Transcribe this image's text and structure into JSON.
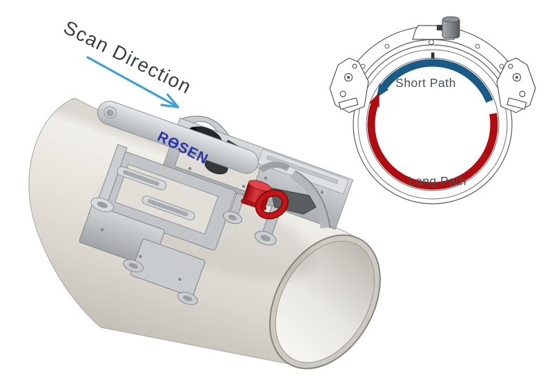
{
  "illustration": {
    "scan_direction_label": "Scan Direction",
    "brand_logo": "ROSEN"
  },
  "diagram": {
    "short_path_label": "Short Path",
    "long_path_label": "Long Path"
  },
  "colors": {
    "scan_arrow_blue": "#3FA0D8",
    "short_path_blue": "#1A5A87",
    "long_path_red": "#B00D10",
    "brand_blue": "#2B35A8",
    "lifting_eye_red": "#C41418"
  }
}
